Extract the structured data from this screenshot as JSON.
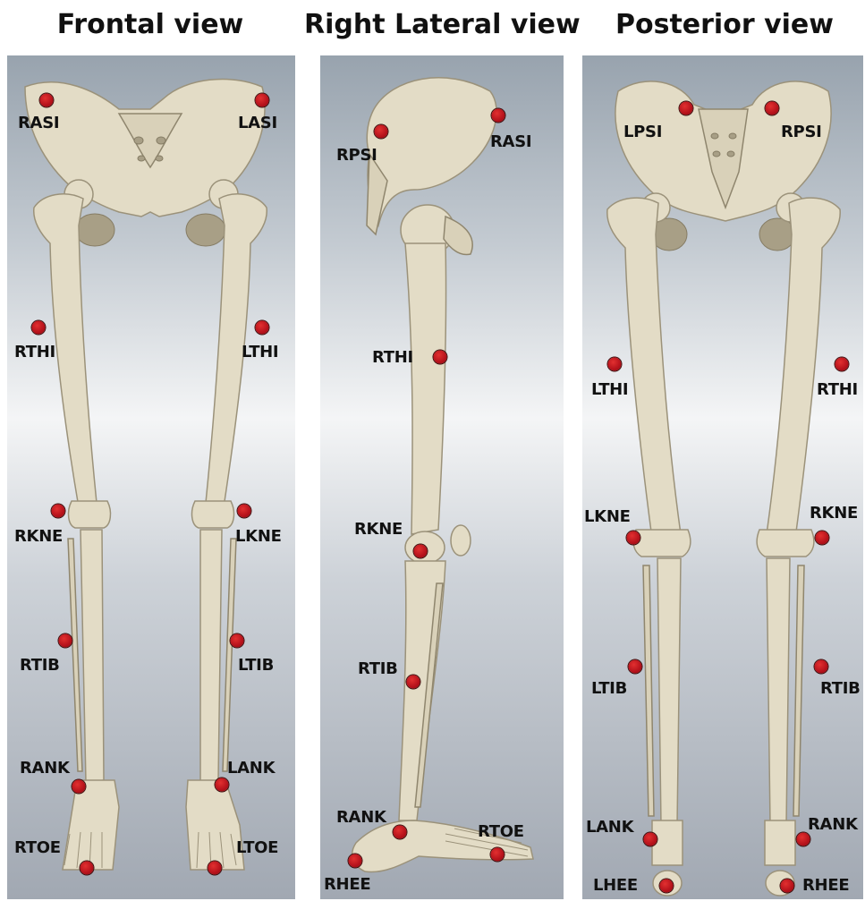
{
  "views": {
    "frontal": {
      "title": "Frontal view",
      "markers": {
        "rasi": "RASI",
        "lasi": "LASI",
        "rthi": "RTHI",
        "lthi": "LTHI",
        "rkne": "RKNE",
        "lkne": "LKNE",
        "rtib": "RTIB",
        "ltib": "LTIB",
        "rank": "RANK",
        "lank": "LANK",
        "rtoe": "RTOE",
        "ltoe": "LTOE"
      }
    },
    "lateral": {
      "title": "Right Lateral view",
      "markers": {
        "rpsi": "RPSI",
        "rasi": "RASI",
        "rthi": "RTHI",
        "rkne": "RKNE",
        "rtib": "RTIB",
        "rank": "RANK",
        "rtoe": "RTOE",
        "rhee": "RHEE"
      }
    },
    "posterior": {
      "title": "Posterior view",
      "markers": {
        "lpsi": "LPSI",
        "rpsi": "RPSI",
        "lthi": "LTHI",
        "rthi": "RTHI",
        "lkne": "LKNE",
        "rkne": "RKNE",
        "ltib": "LTIB",
        "rtib": "RTIB",
        "lank": "LANK",
        "rank": "RANK",
        "lhee": "LHEE",
        "rhee": "RHEE"
      }
    }
  },
  "colors": {
    "marker": "#b5121b",
    "bone": "#e3dcc6",
    "background_dark": "#98a3ae",
    "background_light": "#f4f5f6"
  }
}
